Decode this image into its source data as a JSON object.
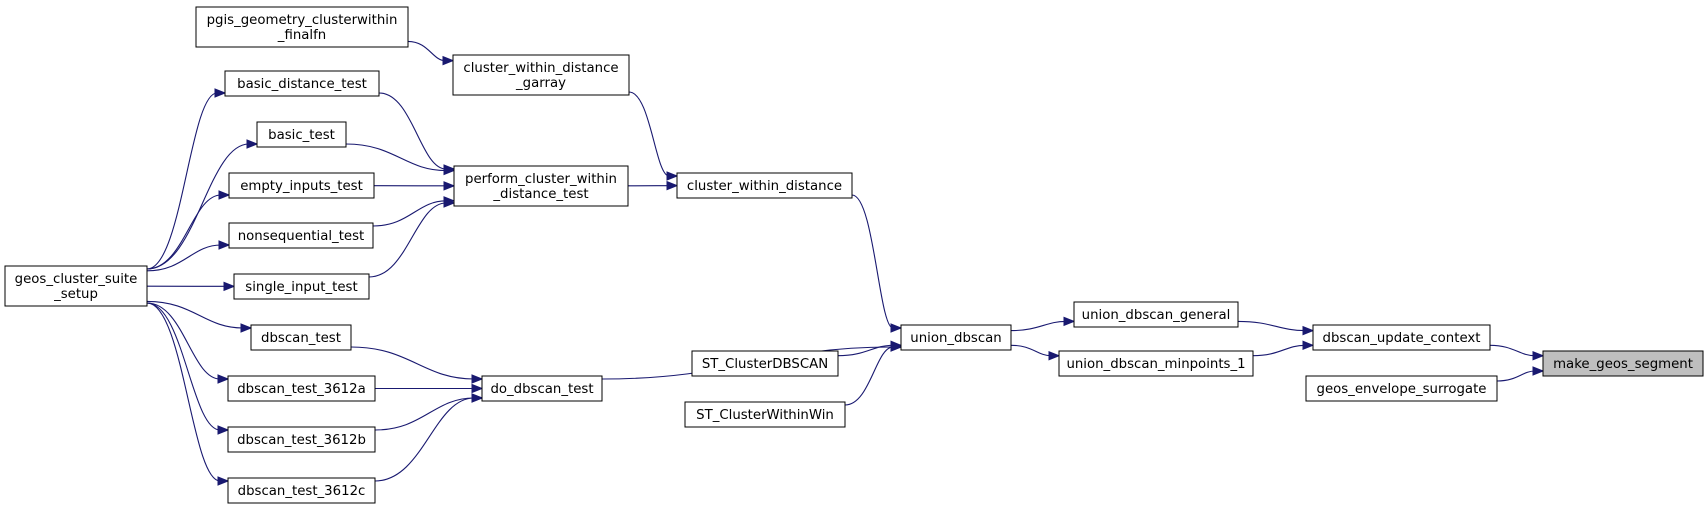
{
  "graph": {
    "nodes": [
      {
        "id": "make_geos_segment",
        "lines": [
          "make_geos_segment"
        ],
        "highlight": true
      },
      {
        "id": "dbscan_update_context",
        "lines": [
          "dbscan_update_context"
        ]
      },
      {
        "id": "geos_envelope_surrogate",
        "lines": [
          "geos_envelope_surrogate"
        ]
      },
      {
        "id": "union_dbscan_general",
        "lines": [
          "union_dbscan_general"
        ]
      },
      {
        "id": "union_dbscan_minpoints_1",
        "lines": [
          "union_dbscan_minpoints_1"
        ]
      },
      {
        "id": "union_dbscan",
        "lines": [
          "union_dbscan"
        ]
      },
      {
        "id": "cluster_within_distance",
        "lines": [
          "cluster_within_distance"
        ]
      },
      {
        "id": "ST_ClusterDBSCAN",
        "lines": [
          "ST_ClusterDBSCAN"
        ]
      },
      {
        "id": "ST_ClusterWithinWin",
        "lines": [
          "ST_ClusterWithinWin"
        ]
      },
      {
        "id": "do_dbscan_test",
        "lines": [
          "do_dbscan_test"
        ]
      },
      {
        "id": "cluster_within_distance_garray",
        "lines": [
          "cluster_within_distance",
          "_garray"
        ]
      },
      {
        "id": "perform_cluster_within_distance_test",
        "lines": [
          "perform_cluster_within",
          "_distance_test"
        ]
      },
      {
        "id": "pgis_geometry_clusterwithin_finalfn",
        "lines": [
          "pgis_geometry_clusterwithin",
          "_finalfn"
        ]
      },
      {
        "id": "basic_distance_test",
        "lines": [
          "basic_distance_test"
        ]
      },
      {
        "id": "basic_test",
        "lines": [
          "basic_test"
        ]
      },
      {
        "id": "empty_inputs_test",
        "lines": [
          "empty_inputs_test"
        ]
      },
      {
        "id": "nonsequential_test",
        "lines": [
          "nonsequential_test"
        ]
      },
      {
        "id": "single_input_test",
        "lines": [
          "single_input_test"
        ]
      },
      {
        "id": "dbscan_test",
        "lines": [
          "dbscan_test"
        ]
      },
      {
        "id": "dbscan_test_3612a",
        "lines": [
          "dbscan_test_3612a"
        ]
      },
      {
        "id": "dbscan_test_3612b",
        "lines": [
          "dbscan_test_3612b"
        ]
      },
      {
        "id": "dbscan_test_3612c",
        "lines": [
          "dbscan_test_3612c"
        ]
      },
      {
        "id": "geos_cluster_suite_setup",
        "lines": [
          "geos_cluster_suite",
          "_setup"
        ]
      }
    ],
    "edges": [
      {
        "from": "dbscan_update_context",
        "to": "make_geos_segment"
      },
      {
        "from": "geos_envelope_surrogate",
        "to": "make_geos_segment"
      },
      {
        "from": "union_dbscan_general",
        "to": "dbscan_update_context"
      },
      {
        "from": "union_dbscan_minpoints_1",
        "to": "dbscan_update_context"
      },
      {
        "from": "union_dbscan",
        "to": "union_dbscan_general"
      },
      {
        "from": "union_dbscan",
        "to": "union_dbscan_minpoints_1"
      },
      {
        "from": "cluster_within_distance",
        "to": "union_dbscan"
      },
      {
        "from": "do_dbscan_test",
        "to": "union_dbscan"
      },
      {
        "from": "ST_ClusterDBSCAN",
        "to": "union_dbscan"
      },
      {
        "from": "ST_ClusterWithinWin",
        "to": "union_dbscan"
      },
      {
        "from": "cluster_within_distance_garray",
        "to": "cluster_within_distance"
      },
      {
        "from": "perform_cluster_within_distance_test",
        "to": "cluster_within_distance"
      },
      {
        "from": "pgis_geometry_clusterwithin_finalfn",
        "to": "cluster_within_distance_garray"
      },
      {
        "from": "basic_distance_test",
        "to": "perform_cluster_within_distance_test"
      },
      {
        "from": "basic_test",
        "to": "perform_cluster_within_distance_test"
      },
      {
        "from": "empty_inputs_test",
        "to": "perform_cluster_within_distance_test"
      },
      {
        "from": "nonsequential_test",
        "to": "perform_cluster_within_distance_test"
      },
      {
        "from": "single_input_test",
        "to": "perform_cluster_within_distance_test"
      },
      {
        "from": "dbscan_test",
        "to": "do_dbscan_test"
      },
      {
        "from": "dbscan_test_3612a",
        "to": "do_dbscan_test"
      },
      {
        "from": "dbscan_test_3612b",
        "to": "do_dbscan_test"
      },
      {
        "from": "dbscan_test_3612c",
        "to": "do_dbscan_test"
      },
      {
        "from": "geos_cluster_suite_setup",
        "to": "basic_distance_test"
      },
      {
        "from": "geos_cluster_suite_setup",
        "to": "basic_test"
      },
      {
        "from": "geos_cluster_suite_setup",
        "to": "empty_inputs_test"
      },
      {
        "from": "geos_cluster_suite_setup",
        "to": "nonsequential_test"
      },
      {
        "from": "geos_cluster_suite_setup",
        "to": "single_input_test"
      },
      {
        "from": "geos_cluster_suite_setup",
        "to": "dbscan_test"
      },
      {
        "from": "geos_cluster_suite_setup",
        "to": "dbscan_test_3612a"
      },
      {
        "from": "geos_cluster_suite_setup",
        "to": "dbscan_test_3612b"
      },
      {
        "from": "geos_cluster_suite_setup",
        "to": "dbscan_test_3612c"
      }
    ],
    "colors": {
      "edge": "#191970",
      "node_border": "#000000",
      "highlight_fill": "#bfbfbf",
      "node_fill": "#ffffff"
    }
  }
}
